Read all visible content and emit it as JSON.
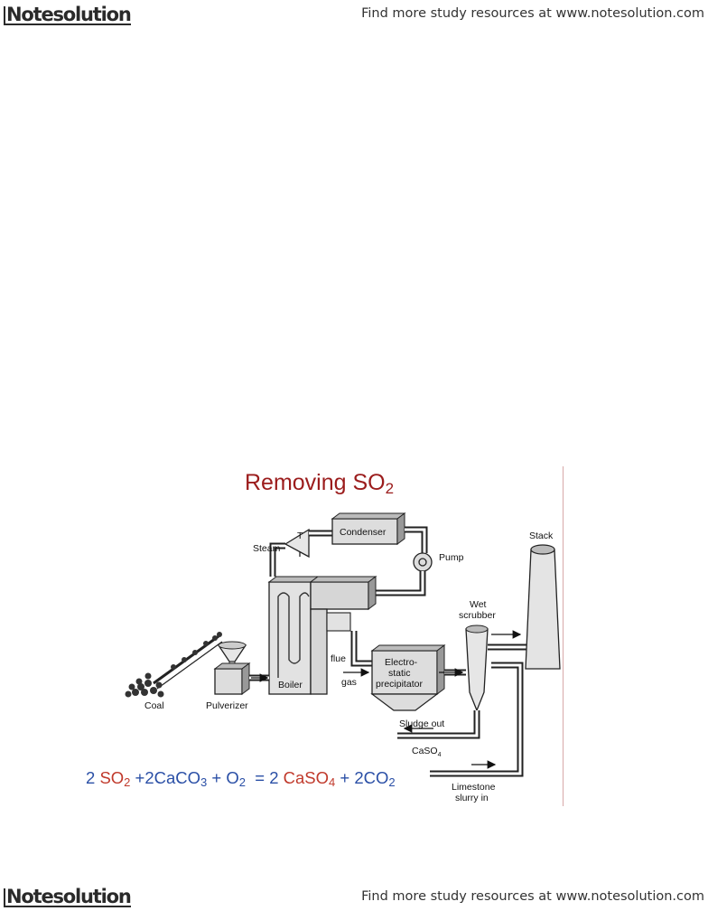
{
  "header": {
    "brand": "Notesolution",
    "resources_text": "Find more study resources at www.notesolution.com"
  },
  "footer": {
    "brand": "Notesolution",
    "resources_text": "Find more study resources at www.notesolution.com"
  },
  "slide": {
    "title_main": "Removing SO",
    "title_sub": "2",
    "equation": {
      "coef1": "2 ",
      "so": "SO",
      "so_sub": "2",
      "plus1": " +2CaCO",
      "caco_sub": "3",
      "plus2": " + O",
      "o_sub": "2",
      "equals": "  = 2 ",
      "caso": "CaSO",
      "caso_sub": "4",
      "plus3": " + 2CO",
      "co_sub": "2"
    },
    "diagram_labels": {
      "steam": "Steam",
      "turbine": "T",
      "condenser": "Condenser",
      "pump": "Pump",
      "stack": "Stack",
      "wet_scrubber_1": "Wet",
      "wet_scrubber_2": "scrubber",
      "flue": "flue",
      "gas": "gas",
      "precip_1": "Electro-",
      "precip_2": "static",
      "precip_3": "precipitator",
      "boiler": "Boiler",
      "coal": "Coal",
      "pulverizer": "Pulverizer",
      "sludge": "Sludge out",
      "caso4_main": "CaSO",
      "caso4_sub": "4",
      "limestone_1": "Limestone",
      "limestone_2": "slurry in"
    }
  },
  "colors": {
    "title": "#9b1c1c",
    "equation_blue": "#2a4fa6",
    "equation_red": "#c0392b"
  }
}
